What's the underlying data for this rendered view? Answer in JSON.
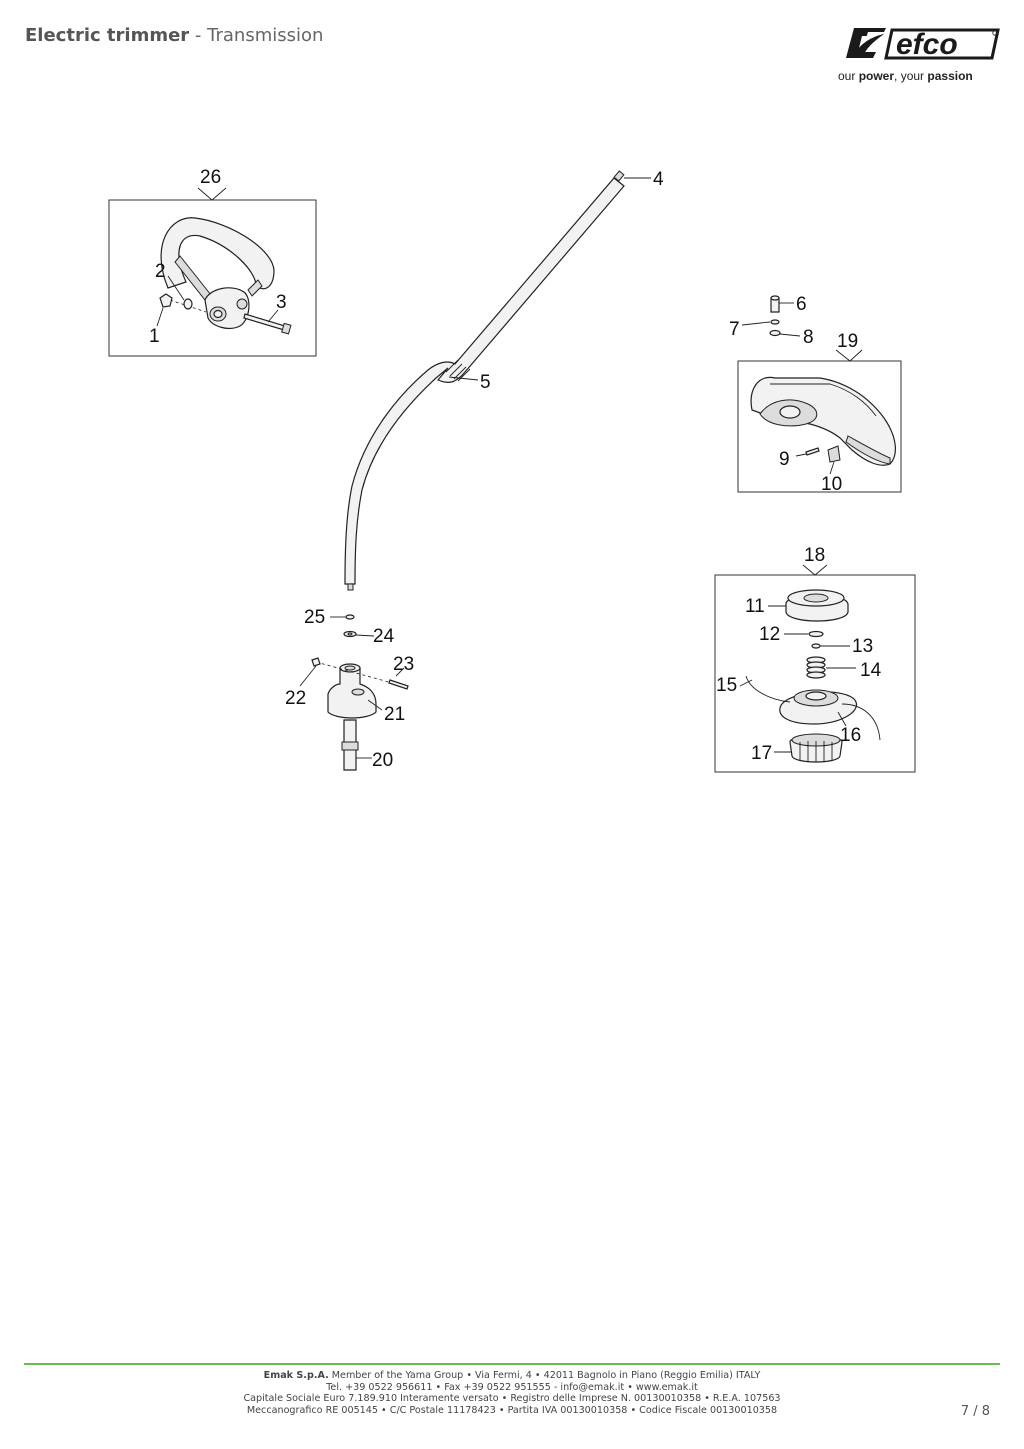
{
  "header": {
    "title_bold": "Electric trimmer",
    "title_rest": " - Transmission"
  },
  "brand": {
    "logo_text": "efco",
    "tagline_pre": "our ",
    "tagline_power": "power",
    "tagline_mid": ", your ",
    "tagline_passion": "passion",
    "accent_color": "#1a1a1a"
  },
  "diagram": {
    "labels": [
      "26",
      "2",
      "3",
      "1",
      "4",
      "5",
      "6",
      "7",
      "8",
      "19",
      "9",
      "10",
      "18",
      "11",
      "12",
      "13",
      "14",
      "15",
      "16",
      "17",
      "25",
      "24",
      "23",
      "22",
      "21",
      "20"
    ]
  },
  "footer": {
    "company": "Emak S.p.A.",
    "line1_rest": " Member of the Yama Group • Via Fermi, 4 • 42011 Bagnolo in Piano (Reggio Emilia) ITALY",
    "line2": "Tel. +39 0522 956611 • Fax +39 0522 951555 - info@emak.it • www.emak.it",
    "line3": "Capitale Sociale Euro 7.189.910 Interamente versato • Registro delle Imprese N. 00130010358 • R.E.A. 107563",
    "line4": "Meccanografico RE 005145 • C/C Postale 11178423 • Partita IVA 00130010358 • Codice Fiscale 00130010358",
    "rule_color": "#6abf4b"
  },
  "page": {
    "number": "7 / 8"
  }
}
